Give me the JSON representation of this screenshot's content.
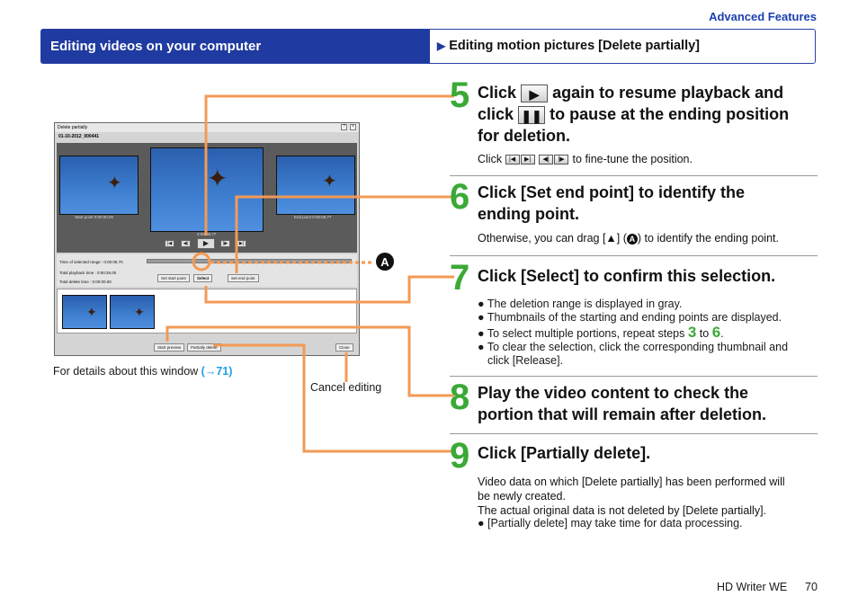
{
  "header": {
    "section": "Advanced Features",
    "left_title": "Editing videos on your computer",
    "right_title": "Editing motion pictures [Delete partially]"
  },
  "window": {
    "title": "Delete partially",
    "date": "01-10-2012_000441",
    "start_point": "Start point  0:00:00.00",
    "end_point": "End point  0:00:08.77",
    "timecode": "0:00:08.77",
    "time_selected": "Time of selected range :  0:00:08.70",
    "total_playback": "Total playback time :  0:00:26.00",
    "total_delete": "Total delete time :  0:00:00.00",
    "btn_set_start": "Set start point",
    "btn_select": "Select",
    "btn_set_end": "Set end point",
    "btn_start_preview": "Start preview",
    "btn_partially_delete": "Partially delete",
    "btn_close": "Close",
    "callout_a": "A"
  },
  "caption": {
    "text": "For details about this window ",
    "ref": "(→71)"
  },
  "cancel_label": "Cancel editing",
  "steps": {
    "s5": {
      "num": "5",
      "p1": "Click",
      "p2": "again to resume playback and",
      "p3": "click",
      "p4": "to pause at the ending position",
      "p5": "for deletion.",
      "note_a": "Click",
      "note_b": "to fine-tune the position."
    },
    "s6": {
      "num": "6",
      "title_l1": "Click [Set end point] to identify the",
      "title_l2": "ending point.",
      "note_a": "Otherwise, you can drag [▲] (",
      "note_badge": "A",
      "note_b": ") to identify the ending point."
    },
    "s7": {
      "num": "7",
      "title": "Click [Select] to confirm this selection.",
      "b1": "The deletion range is displayed in gray.",
      "b2": "Thumbnails of the starting and ending points are displayed.",
      "b3a": "To select multiple portions, repeat steps ",
      "b3n1": "3",
      "b3mid": " to ",
      "b3n2": "6",
      "b3end": ".",
      "b4l1": "To clear the selection, click the corresponding thumbnail and",
      "b4l2": "click [Release]."
    },
    "s8": {
      "num": "8",
      "title_l1": "Play the video content to check the",
      "title_l2": "portion that will remain after deletion."
    },
    "s9": {
      "num": "9",
      "title": "Click [Partially delete].",
      "body_l1": "Video data on which [Delete partially] has been performed will",
      "body_l2": "be newly created.",
      "body_l3": "The actual original data is not deleted by [Delete partially].",
      "bullet": "[Partially delete] may take time for data processing."
    }
  },
  "footer": {
    "app": "HD Writer WE",
    "page": "70"
  },
  "colors": {
    "accent_blue": "#1f3aa0",
    "step_green": "#3aa935",
    "leader_orange": "#f39a55",
    "link_cyan": "#1e9ee8"
  }
}
